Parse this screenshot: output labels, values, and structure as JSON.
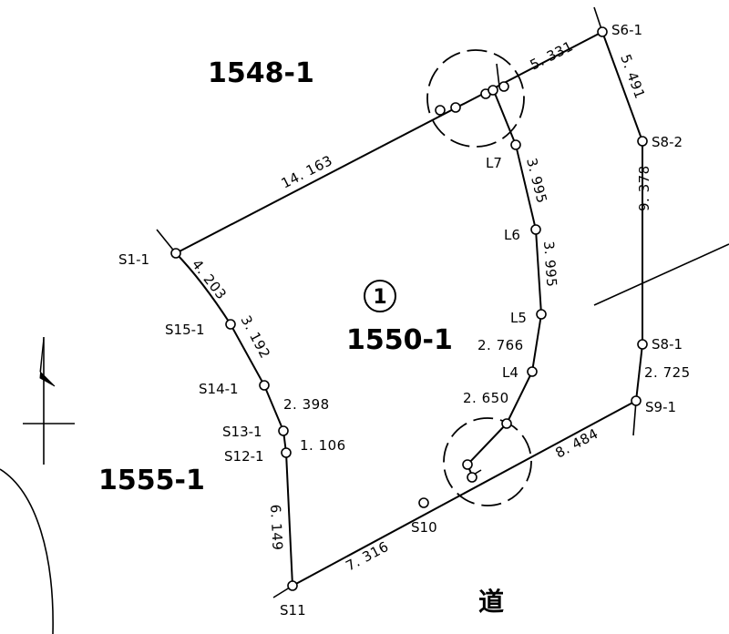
{
  "parcels": {
    "north": "1548-1",
    "west": "1555-1",
    "main_number": "1",
    "main": "1550-1"
  },
  "road": "道",
  "points": [
    "S6-1",
    "S8-2",
    "S1-1",
    "L7",
    "L6",
    "S15-1",
    "L5",
    "S8-1",
    "L4",
    "S14-1",
    "S9-1",
    "S13-1",
    "S12-1",
    "S10",
    "S11"
  ],
  "dimensions": [
    "5. 331",
    "5. 491",
    "14. 163",
    "3. 995",
    "3. 995",
    "9. 378",
    "4. 203",
    "3. 192",
    "2. 766",
    "2. 725",
    "2. 650",
    "2. 398",
    "1. 106",
    "8. 484",
    "6. 149",
    "7. 316"
  ]
}
